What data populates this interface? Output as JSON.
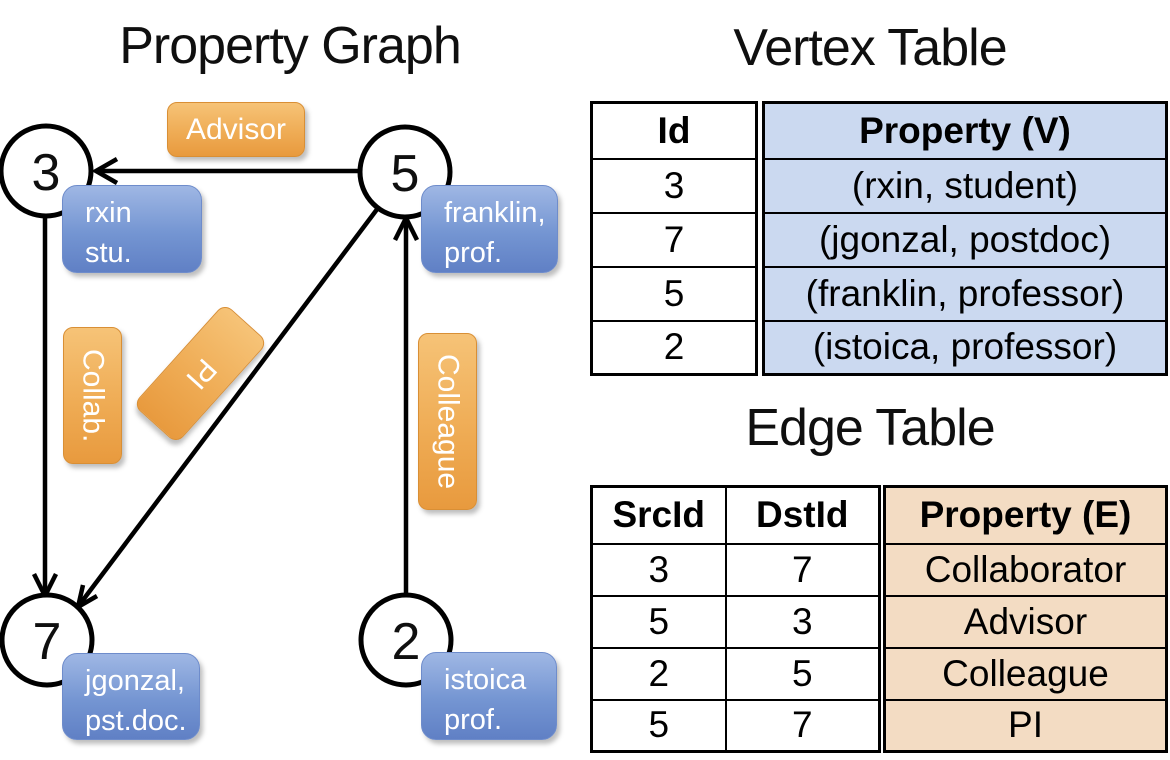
{
  "graph": {
    "title": "Property Graph",
    "nodes": [
      {
        "id": "3",
        "line1": "rxin",
        "line2": "stu."
      },
      {
        "id": "5",
        "line1": "franklin,",
        "line2": "prof."
      },
      {
        "id": "7",
        "line1": "jgonzal,",
        "line2": "pst.doc."
      },
      {
        "id": "2",
        "line1": "istoica",
        "line2": "prof."
      }
    ],
    "edge_labels": [
      {
        "label": "Advisor"
      },
      {
        "label": "Collab."
      },
      {
        "label": "PI"
      },
      {
        "label": "Colleague"
      }
    ]
  },
  "vertex_table": {
    "title": "Vertex Table",
    "columns": [
      "Id",
      "Property (V)"
    ],
    "rows": [
      [
        "3",
        "(rxin, student)"
      ],
      [
        "7",
        "(jgonzal, postdoc)"
      ],
      [
        "5",
        "(franklin, professor)"
      ],
      [
        "2",
        "(istoica, professor)"
      ]
    ]
  },
  "edge_table": {
    "title": "Edge Table",
    "columns": [
      "SrcId",
      "DstId",
      "Property (E)"
    ],
    "rows": [
      [
        "3",
        "7",
        "Collaborator"
      ],
      [
        "5",
        "3",
        "Advisor"
      ],
      [
        "2",
        "5",
        "Colleague"
      ],
      [
        "5",
        "7",
        "PI"
      ]
    ]
  },
  "colors": {
    "edge_label_fill": "#EFA84F",
    "vertex_box_fill": "#7E9CD6",
    "vertex_table_property_fill": "#CBD9F0",
    "edge_table_property_fill": "#F3DCC3",
    "line_color": "#000000",
    "background": "#FFFFFF"
  }
}
